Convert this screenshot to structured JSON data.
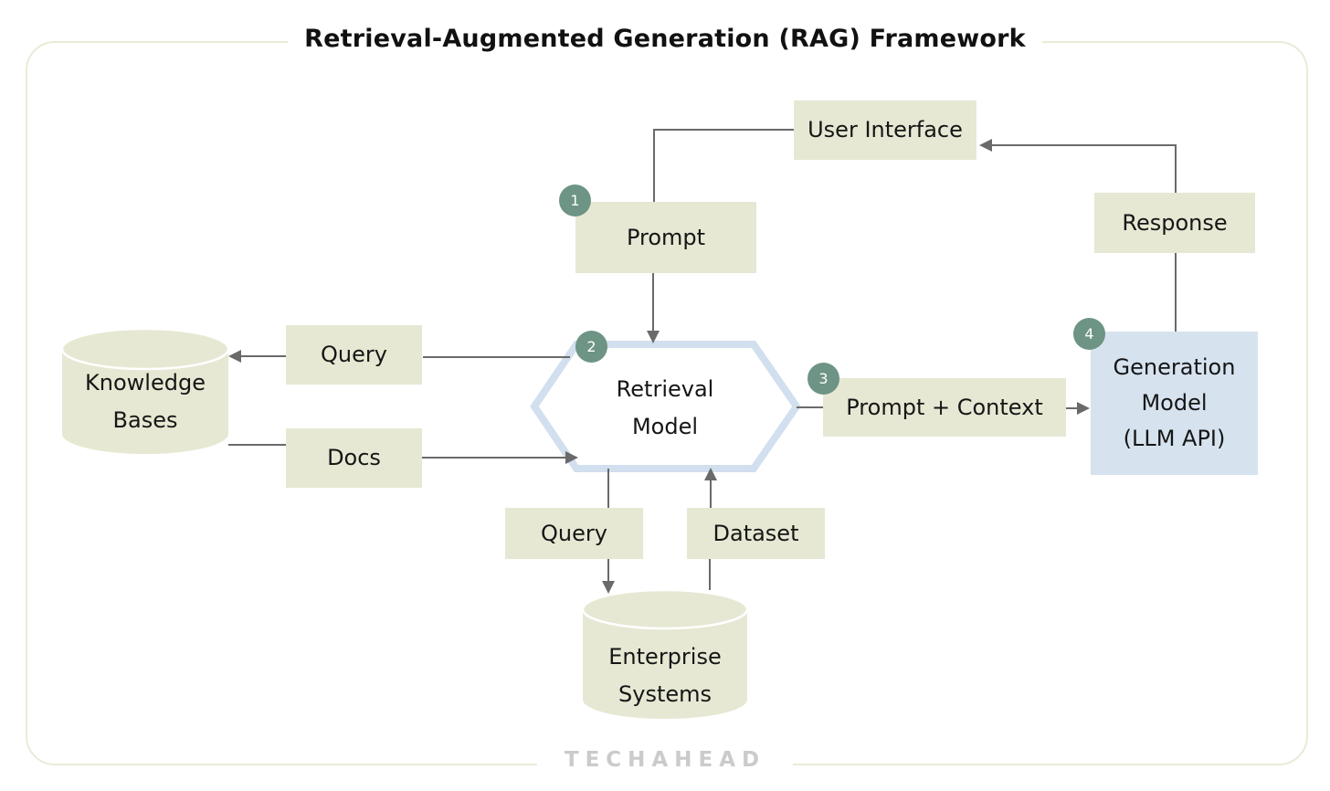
{
  "title": "Retrieval-Augmented Generation (RAG) Framework",
  "brand": "TECHAHEAD",
  "nodes": {
    "user_interface": "User Interface",
    "prompt": "Prompt",
    "query_to_kb": "Query",
    "docs": "Docs",
    "knowledge_bases": "Knowledge\nBases",
    "retrieval_model": "Retrieval\nModel",
    "prompt_context": "Prompt + Context",
    "generation_model": "Generation\nModel\n(LLM API)",
    "response": "Response",
    "query_to_es": "Query",
    "dataset": "Dataset",
    "enterprise_systems": "Enterprise\nSystems"
  },
  "badges": {
    "prompt": "1",
    "retrieval_model": "2",
    "prompt_context": "3",
    "generation_model": "4"
  },
  "colors": {
    "box-fill": "#e6e8d3",
    "model-fill": "#d6e3ef",
    "hex-stroke": "#d1dfee",
    "badge-fill": "#6d9484",
    "line": "#6a6a6a",
    "frame": "#e9ebd6",
    "brand-gray": "#cbcbcb",
    "text": "#161616"
  }
}
